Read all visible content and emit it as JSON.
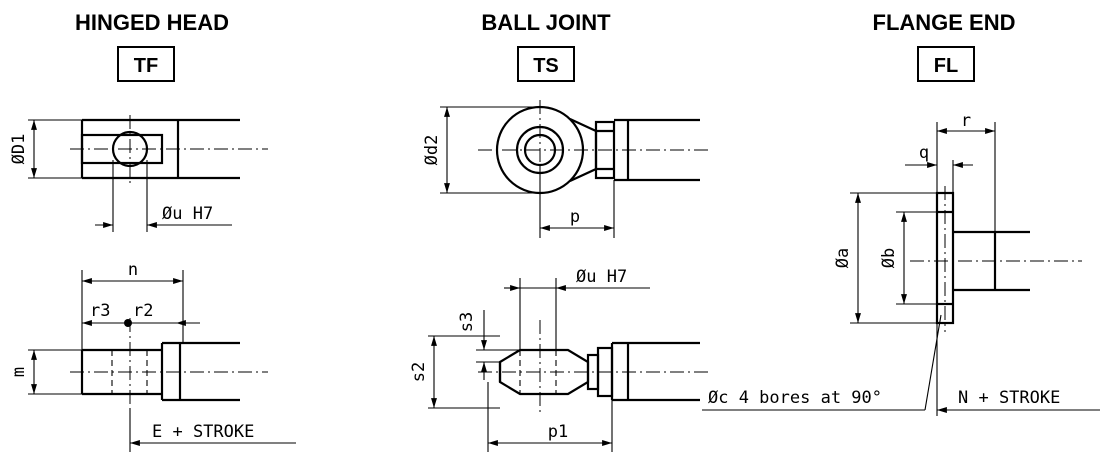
{
  "sections": [
    {
      "title": "HINGED HEAD",
      "code": "TF"
    },
    {
      "title": "BALL JOINT",
      "code": "TS"
    },
    {
      "title": "FLANGE END",
      "code": "FL"
    }
  ],
  "dimensions": {
    "d1": "ØD1",
    "u_h7_tf": "Øu H7",
    "n": "n",
    "r3": "r3",
    "r2": "r2",
    "m": "m",
    "e_stroke": "E + STROKE",
    "d2": "Ød2",
    "p": "p",
    "u_h7_ts": "Øu H7",
    "s3": "s3",
    "s2": "s2",
    "p1": "p1",
    "r": "r",
    "q": "q",
    "a": "Øa",
    "b": "Øb",
    "c_bores": "Øc 4 bores at 90°",
    "n_stroke": "N + STROKE"
  }
}
